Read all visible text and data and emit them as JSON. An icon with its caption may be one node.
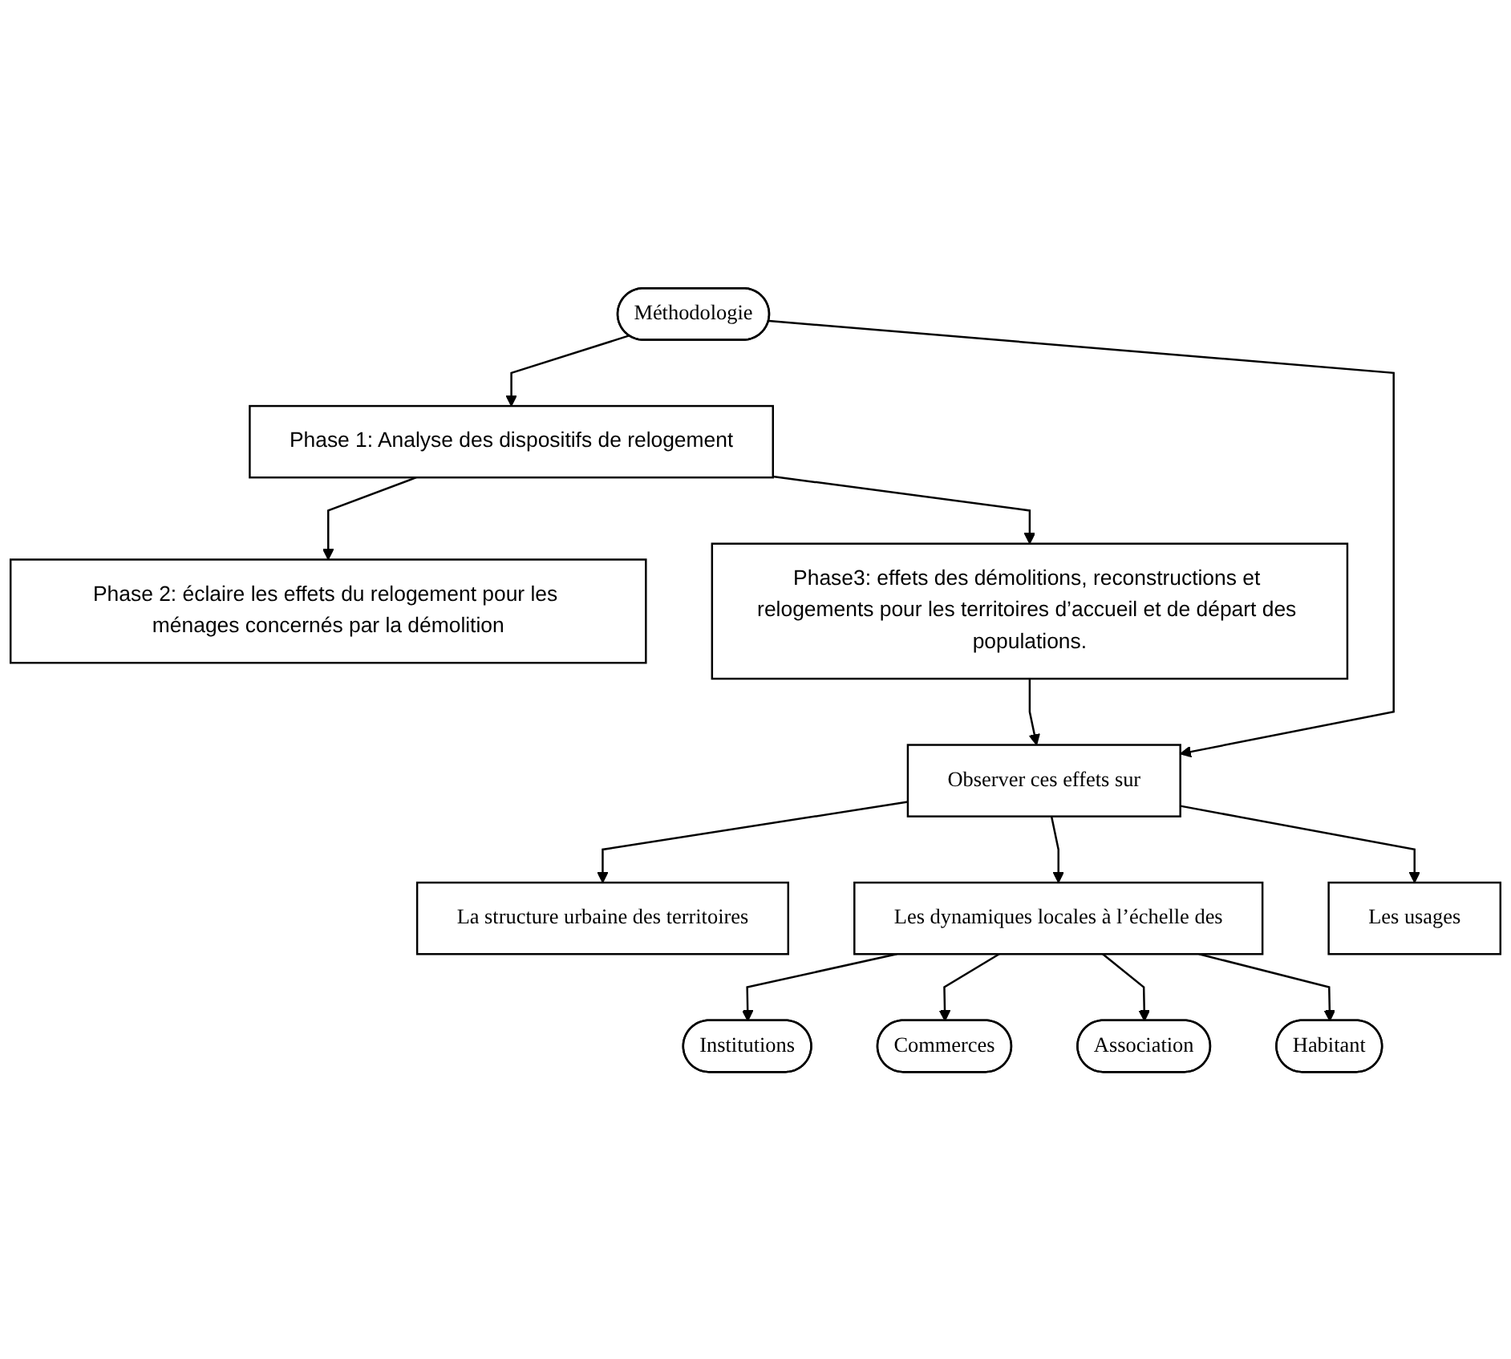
{
  "diagram": {
    "nodes": [
      {
        "text": [
          "Méthodologie"
        ]
      },
      {
        "text": [
          "Phase 1: Analyse des dispositifs de relogement"
        ]
      },
      {
        "text": [
          "Phase 2: éclaire les effets du relogement pour les ménages concernés par la démolition"
        ]
      },
      {
        "text": [
          "Phase3: effets des démolitions, reconstructions et relogements pour les territoires d’accueil et de départ des populations."
        ]
      },
      {
        "text": [
          "Observer ces effets sur"
        ]
      },
      {
        "text": [
          "La structure urbaine des territoires"
        ]
      },
      {
        "text": [
          "Les dynamiques locales à l’échelle des"
        ]
      },
      {
        "text": [
          "Les usages"
        ]
      },
      {
        "text": [
          "Institutions"
        ]
      },
      {
        "text": [
          "Commerces"
        ]
      },
      {
        "text": [
          "Association"
        ]
      },
      {
        "text": [
          "Habitant"
        ]
      }
    ],
    "edges": [
      {
        "from": 0,
        "to": 1,
        "arrow": "to"
      },
      {
        "from": 1,
        "to": 2,
        "arrow": "to"
      },
      {
        "from": 1,
        "to": 3,
        "arrow": "to"
      },
      {
        "from": 3,
        "to": 4,
        "arrow": "to"
      },
      {
        "from": 0,
        "to": 4,
        "arrow": "to"
      },
      {
        "from": 4,
        "to": 5,
        "arrow": "to"
      },
      {
        "from": 4,
        "to": 6,
        "arrow": "to"
      },
      {
        "from": 4,
        "to": 7,
        "arrow": "to"
      },
      {
        "from": 6,
        "to": 8,
        "arrow": "to"
      },
      {
        "from": 6,
        "to": 9,
        "arrow": "to"
      },
      {
        "from": 6,
        "to": 10,
        "arrow": "to"
      },
      {
        "from": 6,
        "to": 11,
        "arrow": "to"
      }
    ]
  }
}
